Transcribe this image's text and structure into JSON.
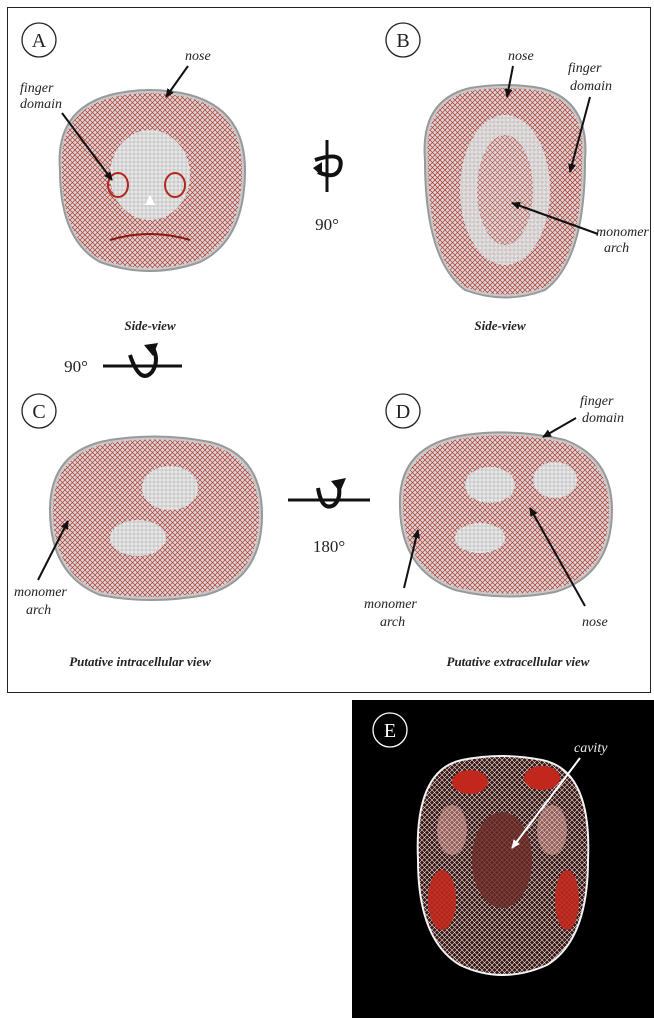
{
  "panels": {
    "a": {
      "letter": "A",
      "caption": "Side-view",
      "labels": {
        "nose": "nose",
        "finger_line1": "finger",
        "finger_line2": "domain"
      }
    },
    "b": {
      "letter": "B",
      "caption": "Side-view",
      "labels": {
        "nose": "nose",
        "finger_line1": "finger",
        "finger_line2": "domain",
        "monomer_line1": "monomer",
        "monomer_line2": "arch"
      }
    },
    "c": {
      "letter": "C",
      "caption": "Putative intracellular view",
      "labels": {
        "monomer_line1": "monomer",
        "monomer_line2": "arch"
      }
    },
    "d": {
      "letter": "D",
      "caption": "Putative extracellular view",
      "labels": {
        "finger_line1": "finger",
        "finger_line2": "domain",
        "monomer_line1": "monomer",
        "monomer_line2": "arch",
        "nose": "nose"
      }
    },
    "e": {
      "letter": "E",
      "labels": {
        "cavity": "cavity"
      }
    }
  },
  "rotations": {
    "ab": "90°",
    "ac": "90°",
    "cd": "180°"
  },
  "colors": {
    "mesh_red": "#b3261e",
    "mesh_grey": "#b8b8b8",
    "background_e": "#000000"
  }
}
